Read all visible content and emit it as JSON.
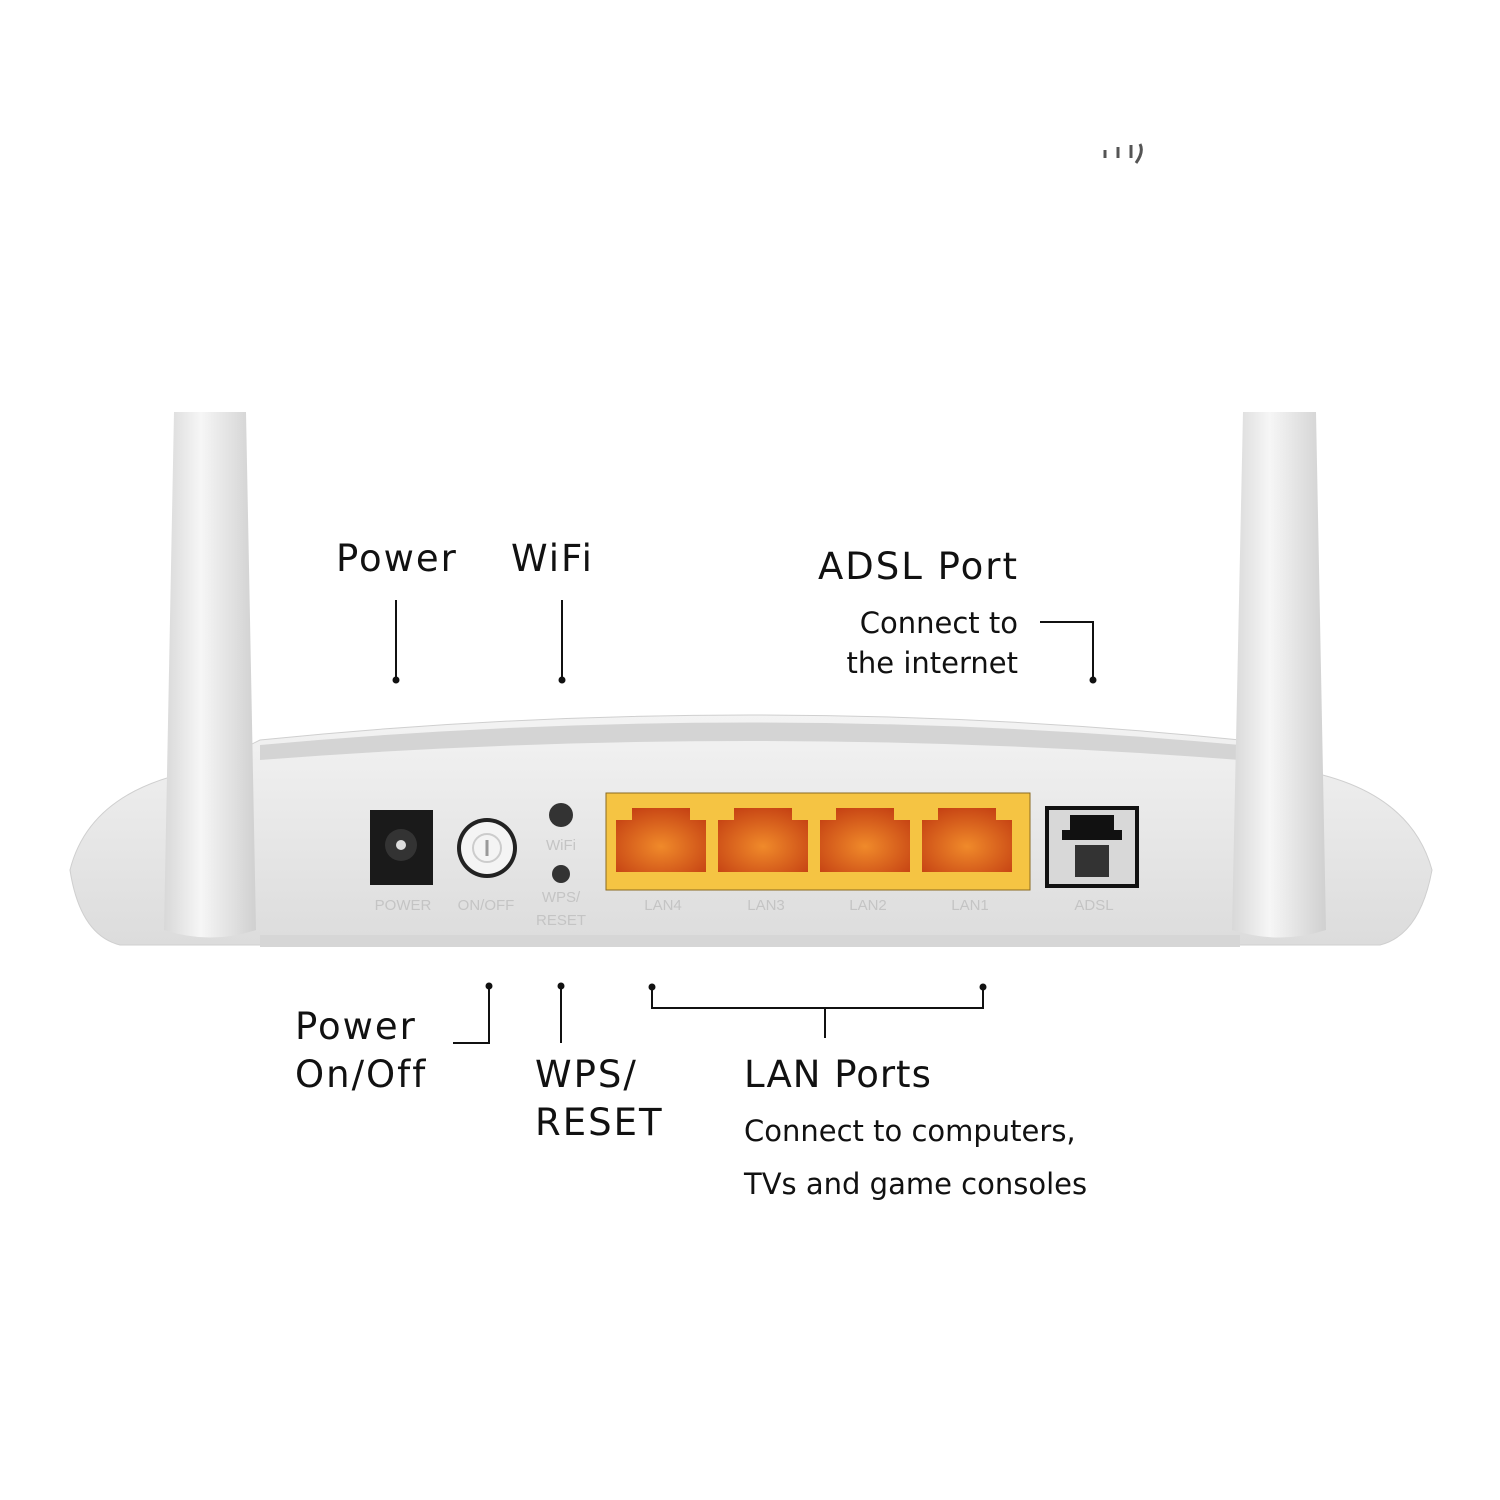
{
  "callouts": {
    "power": "Power",
    "wifi": "WiFi",
    "adsl_title": "ADSL Port",
    "adsl_desc_1": "Connect to",
    "adsl_desc_2": "the internet",
    "power_onoff_1": "Power",
    "power_onoff_2": "On/Off",
    "wps_1": "WPS/",
    "wps_2": "RESET",
    "lan_title": "LAN Ports",
    "lan_desc_1": "Connect to computers,",
    "lan_desc_2": "TVs and game consoles"
  },
  "device_labels": {
    "power": "POWER",
    "onoff": "ON/OFF",
    "wifi": "WiFi",
    "wps_1": "WPS/",
    "wps_2": "RESET",
    "lan4": "LAN4",
    "lan3": "LAN3",
    "lan2": "LAN2",
    "lan1": "LAN1",
    "adsl": "ADSL"
  },
  "colors": {
    "lan_panel": "#f5c443",
    "lan_port": "#e0571a",
    "body": "#e6e6e6"
  }
}
